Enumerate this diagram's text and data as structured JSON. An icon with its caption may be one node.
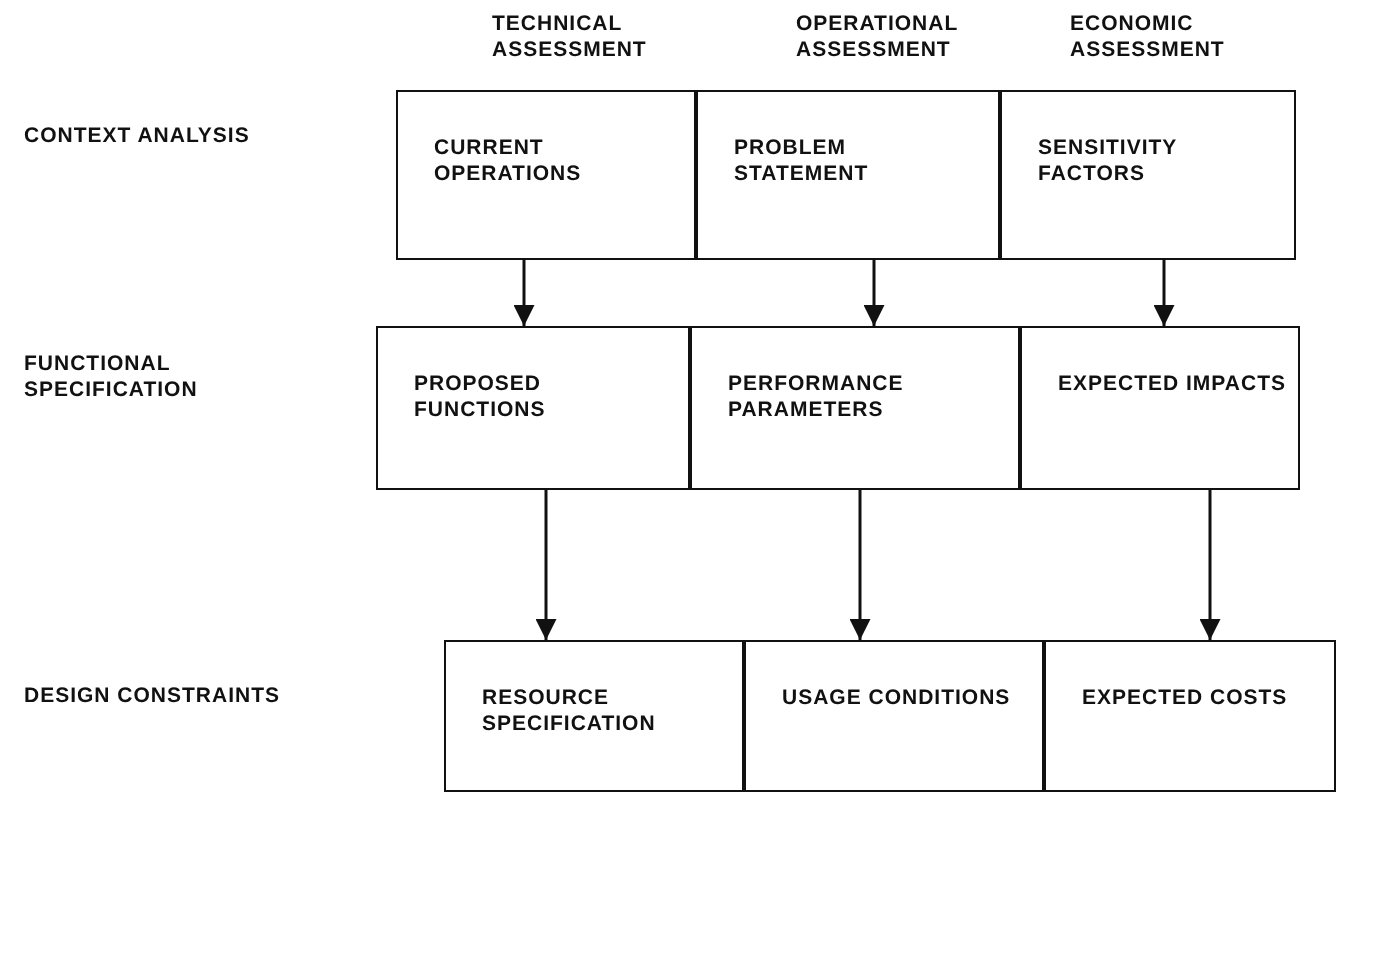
{
  "diagram": {
    "nodes": [
      {
        "text": [
          "CURRENT OPERATIONS"
        ]
      },
      {
        "text": [
          "PROBLEM STATEMENT"
        ]
      },
      {
        "text": [
          "SENSITIVITY FACTORS"
        ]
      },
      {
        "text": [
          "PROPOSED FUNCTIONS"
        ]
      },
      {
        "text": [
          "PERFORMANCE PARAMETERS"
        ]
      },
      {
        "text": [
          "EXPECTED IMPACTS"
        ]
      },
      {
        "text": [
          "RESOURCE SPECIFICATION"
        ]
      },
      {
        "text": [
          "USAGE CONDITIONS"
        ]
      },
      {
        "text": [
          "EXPECTED COSTS"
        ]
      }
    ],
    "edges": [
      {
        "from": 0,
        "to": 3,
        "arrow": "to"
      },
      {
        "from": 1,
        "to": 4,
        "arrow": "to"
      },
      {
        "from": 2,
        "to": 5,
        "arrow": "to"
      },
      {
        "from": 3,
        "to": 6,
        "arrow": "to"
      },
      {
        "from": 4,
        "to": 7,
        "arrow": "to"
      },
      {
        "from": 5,
        "to": 8,
        "arrow": "to"
      }
    ],
    "labels": [
      "TECHNICAL ASSESSMENT",
      "OPERATIONAL ASSESSMENT",
      "ECONOMIC ASSESSMENT",
      "CONTEXT ANALYSIS",
      "FUNCTIONAL SPECIFICATION",
      "DESIGN CONSTRAINTS"
    ]
  }
}
